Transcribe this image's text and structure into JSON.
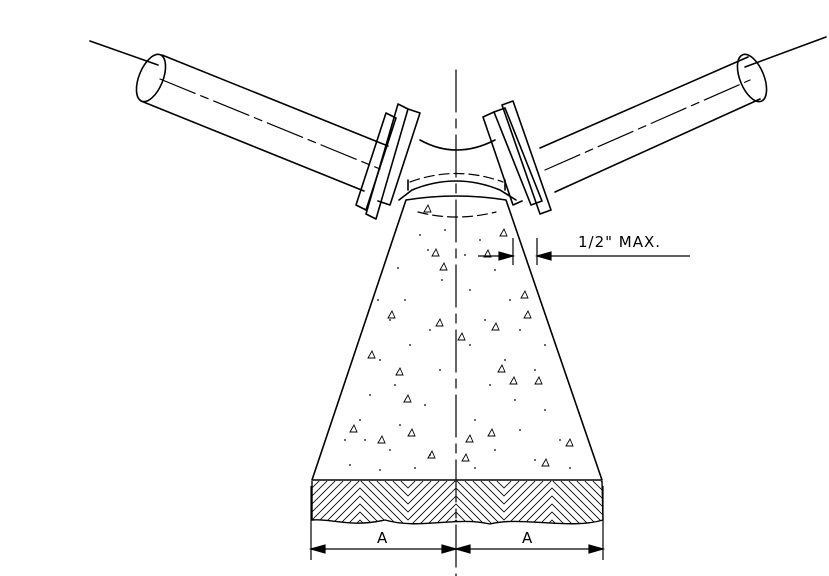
{
  "drawing": {
    "annotations": {
      "clearance_note": "1/2\" MAX.",
      "base_dimension_left": "A",
      "base_dimension_right": "A"
    },
    "colors": {
      "line": "#000000",
      "background": "#ffffff"
    }
  }
}
